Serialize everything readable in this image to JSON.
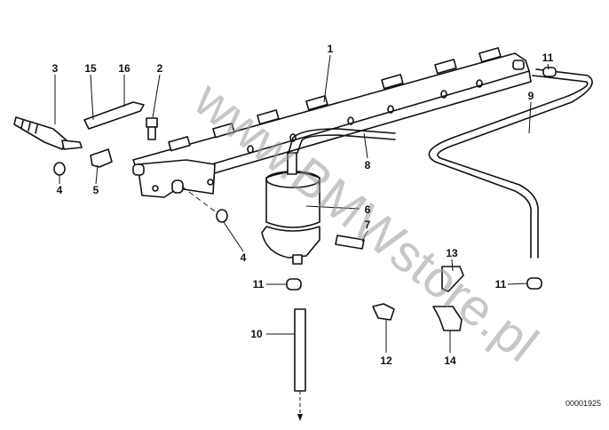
{
  "diagram": {
    "labels": {
      "l1": "1",
      "l2": "2",
      "l3": "3",
      "l15": "15",
      "l16": "16",
      "l11a": "11",
      "l9": "9",
      "l8": "8",
      "l6": "6",
      "l7": "7",
      "l4a": "4",
      "l5": "5",
      "l4b": "4",
      "l11b": "11",
      "l13": "13",
      "l11c": "11",
      "l10": "10",
      "l12": "12",
      "l14": "14"
    },
    "code": "00001925",
    "watermark": "www.BMWstore.pl"
  }
}
